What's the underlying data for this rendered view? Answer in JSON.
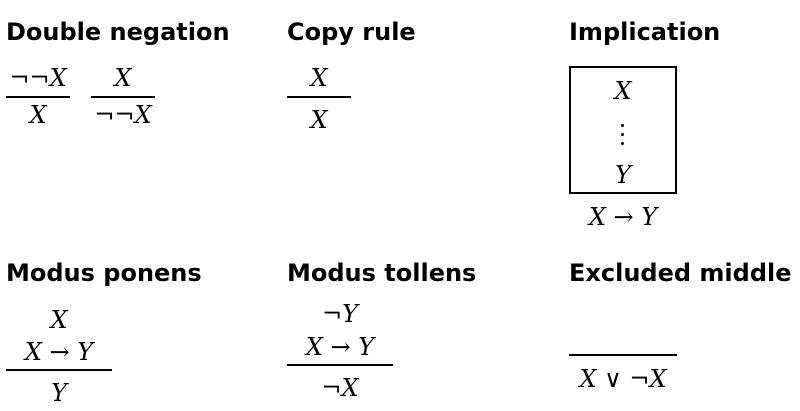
{
  "rules": {
    "double_negation": {
      "title": "Double negation",
      "left": {
        "premise": "¬¬X",
        "conclusion": "X"
      },
      "right": {
        "premise": "X",
        "conclusion": "¬¬X"
      }
    },
    "copy_rule": {
      "title": "Copy rule",
      "premise": "X",
      "conclusion": "X"
    },
    "implication": {
      "title": "Implication",
      "box_top": "X",
      "box_bottom": "Y",
      "conclusion": "X → Y"
    },
    "modus_ponens": {
      "title": "Modus ponens",
      "premises": [
        "X",
        "X → Y"
      ],
      "conclusion": "Y"
    },
    "modus_tollens": {
      "title": "Modus tollens",
      "premises": [
        "¬Y",
        "X → Y"
      ],
      "conclusion": "¬X"
    },
    "excluded_middle": {
      "title": "Excluded middle",
      "conclusion": "X ∨ ¬X"
    }
  }
}
